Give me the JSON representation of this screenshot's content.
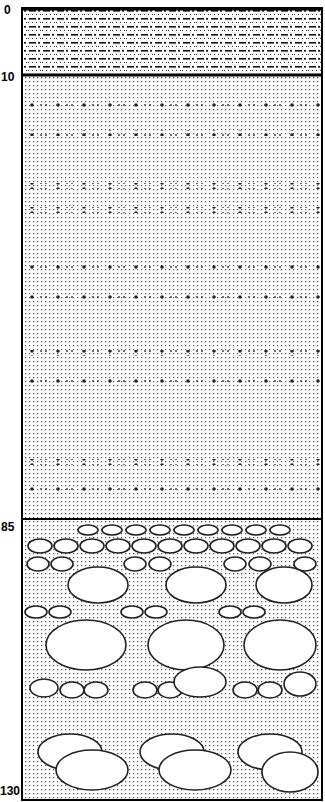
{
  "diagram": {
    "labels": [
      "0",
      "10",
      "85",
      "130"
    ]
  }
}
